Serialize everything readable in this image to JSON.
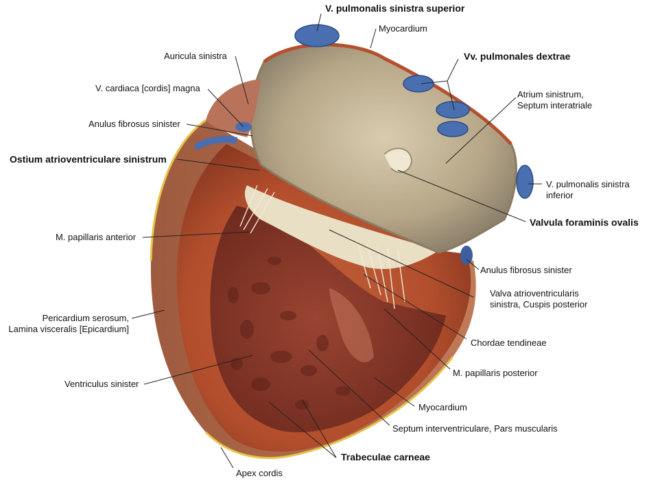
{
  "labels": {
    "v_pulm_sin_sup": "V. pulmonalis sinistra superior",
    "myocardium_top": "Myocardium",
    "vv_pulm_dextrae": "Vv. pulmonales dextrae",
    "auricula_sinistra": "Auricula sinistra",
    "v_cardiaca_magna": "V. cardiaca [cordis] magna",
    "atrium_sinistrum": "Atrium sinistrum,\nSeptum interatriale",
    "anulus_fibrosus_left": "Anulus fibrosus sinister",
    "ostium_av_sinistrum": "Ostium atrioventriculare sinistrum",
    "v_pulm_sin_inf": "V. pulmonalis sinistra\ninferior",
    "valvula_foraminis_ovalis": "Valvula foraminis ovalis",
    "m_papillaris_anterior": "M. papillaris anterior",
    "anulus_fibrosus_right": "Anulus fibrosus sinister",
    "valva_av_sinistra": "Valva atrioventricularis\nsinistra, Cuspis posterior",
    "pericardium_serosum": "Pericardium serosum,\nLamina visceralis [Epicardium]",
    "chordae_tendineae": "Chordae tendineae",
    "m_papillaris_posterior": "M. papillaris posterior",
    "ventriculus_sinister": "Ventriculus sinister",
    "myocardium_bottom": "Myocardium",
    "septum_interventriculare": "Septum interventriculare, Pars muscularis",
    "trabeculae_carneae": "Trabeculae carneae",
    "apex_cordis": "Apex cordis"
  },
  "colors": {
    "myocardium": "#b5502f",
    "ventricle_interior": "#8a3a2a",
    "atrium": "#b9ab8c",
    "vein_blue": "#4a6fb0",
    "fat_yellow": "#e6c54a",
    "leader_line": "#222222"
  }
}
